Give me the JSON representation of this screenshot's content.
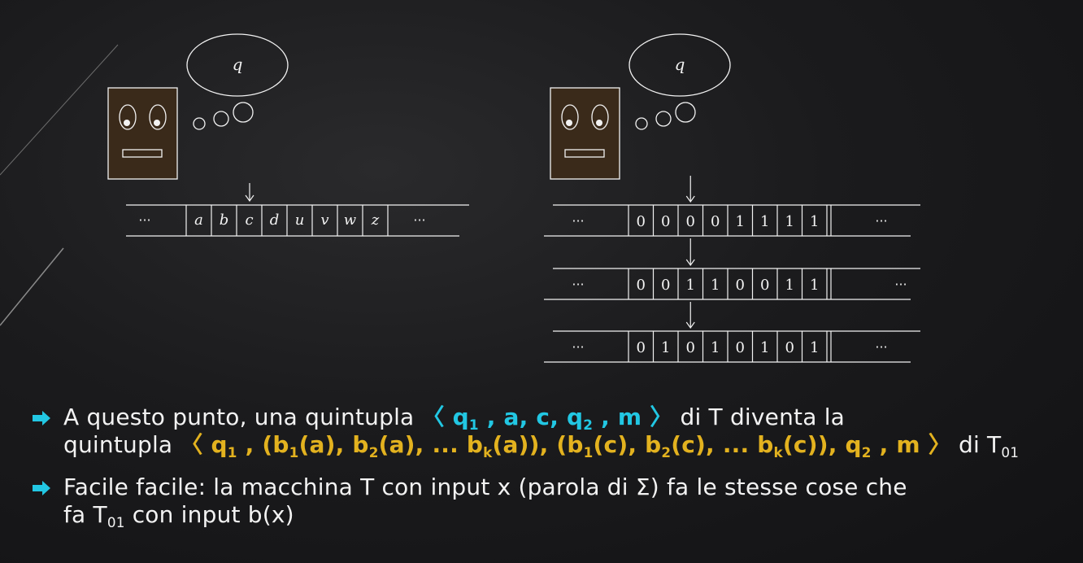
{
  "colors": {
    "background": "#1b1b1d",
    "cyan": "#22c7e3",
    "gold": "#e3b21f",
    "text": "#f2f2f2",
    "robot": "#3a2a1a"
  },
  "left_machine": {
    "state": "q",
    "dots_left": "···",
    "dots_right": "···",
    "tape": [
      "a",
      "b",
      "c",
      "d",
      "u",
      "v",
      "w",
      "z"
    ],
    "head_index": 2
  },
  "right_machine": {
    "state": "q",
    "head_index": 2,
    "tapes": [
      {
        "dots_left": "···",
        "dots_right": "···",
        "cells": [
          "0",
          "0",
          "0",
          "0",
          "1",
          "1",
          "1",
          "1"
        ]
      },
      {
        "dots_left": "···",
        "dots_right": "···",
        "cells": [
          "0",
          "0",
          "1",
          "1",
          "0",
          "0",
          "1",
          "1"
        ]
      },
      {
        "dots_left": "···",
        "dots_right": "···",
        "cells": [
          "0",
          "1",
          "0",
          "1",
          "0",
          "1",
          "0",
          "1"
        ]
      }
    ]
  },
  "bullets": {
    "b1": {
      "t1": "A questo punto, una quintupla ",
      "cyan": {
        "open": "〈 q",
        "s1": "1",
        "mid": " , a, c, q",
        "s2": "2",
        "end": " , m 〉"
      },
      "t2": " di T diventa la",
      "t3": "quintupla ",
      "gold": {
        "a": "〈 q",
        "s1": "1",
        "b": " , (b",
        "s2": "1",
        "c": "(a), b",
        "s3": "2",
        "d": "(a), ... b",
        "s4": "k",
        "e": "(a)), (b",
        "s5": "1",
        "f": "(c), b",
        "s6": "2",
        "g": "(c), ... b",
        "s7": "k",
        "h": "(c)), q",
        "s8": "2",
        "i": " , m 〉"
      },
      "t4": " di T",
      "t4sub": "01"
    },
    "b2": {
      "t1": "Facile facile: la macchina T con input x (parola di Σ) fa le stesse cose che",
      "t2": "fa T",
      "t2sub": "01",
      "t3": " con input b(x)"
    }
  }
}
